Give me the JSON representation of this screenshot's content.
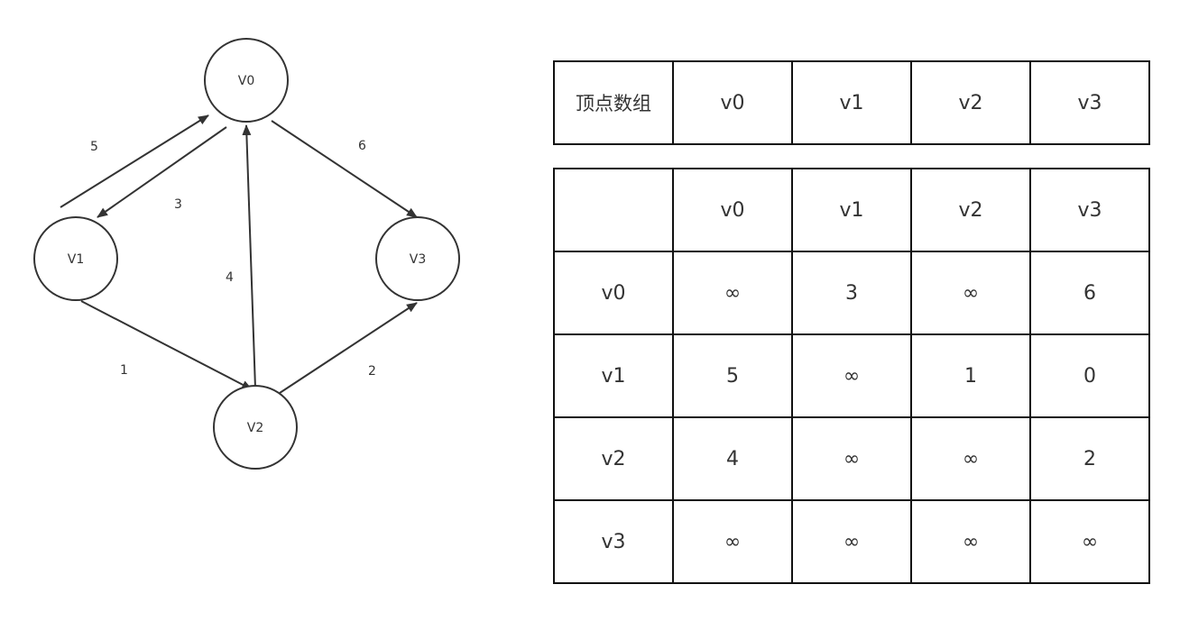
{
  "graph": {
    "nodes": [
      {
        "id": "v0",
        "label": "V0"
      },
      {
        "id": "v1",
        "label": "V1"
      },
      {
        "id": "v2",
        "label": "V2"
      },
      {
        "id": "v3",
        "label": "V3"
      }
    ],
    "edges": [
      {
        "from": "v1",
        "to": "v0",
        "weight": "5"
      },
      {
        "from": "v0",
        "to": "v1",
        "weight": "3"
      },
      {
        "from": "v2",
        "to": "v0",
        "weight": "4"
      },
      {
        "from": "v0",
        "to": "v3",
        "weight": "6"
      },
      {
        "from": "v1",
        "to": "v2",
        "weight": "1"
      },
      {
        "from": "v2",
        "to": "v3",
        "weight": "2"
      }
    ]
  },
  "vertex_array": {
    "header": "顶点数组",
    "cells": [
      "v0",
      "v1",
      "v2",
      "v3"
    ]
  },
  "adjacency_matrix": {
    "corner": "",
    "columns": [
      "v0",
      "v1",
      "v2",
      "v3"
    ],
    "rows": [
      {
        "label": "v0",
        "cells": [
          "∞",
          "3",
          "∞",
          "6"
        ]
      },
      {
        "label": "v1",
        "cells": [
          "5",
          "∞",
          "1",
          "0"
        ]
      },
      {
        "label": "v2",
        "cells": [
          "4",
          "∞",
          "∞",
          "2"
        ]
      },
      {
        "label": "v3",
        "cells": [
          "∞",
          "∞",
          "∞",
          "∞"
        ]
      }
    ]
  }
}
